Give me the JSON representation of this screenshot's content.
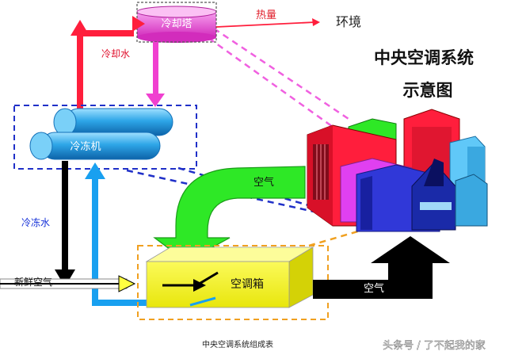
{
  "diagram": {
    "title_line1": "中央空调系统",
    "title_line2": "示意图",
    "caption": "中央空调系统组成表",
    "watermark": "头条号 / 了不起我的家",
    "nodes": {
      "cooling_tower": "冷却塔",
      "chiller": "冷冻机",
      "air_handler": "空调箱",
      "environment": "环境"
    },
    "edge_labels": {
      "heat": "热量",
      "cooling_water": "冷却水",
      "chilled_water": "冷冻水",
      "return_air": "空气",
      "fresh_air": "新鲜空气",
      "supply_air": "空气"
    },
    "colors": {
      "cooling_tower_fill": "#e040c8",
      "chiller_fill": "#2ea6e8",
      "air_handler_fill": "#f4f216",
      "red_pipe": "#ff1e3c",
      "magenta_pipe": "#f040d0",
      "blue_pipe": "#18a0f0",
      "black_pipe": "#000000",
      "green_air": "#2ee826",
      "dashed_blue": "#2030c8",
      "dashed_orange": "#f0a020",
      "dashed_pink": "#f060e0"
    }
  }
}
